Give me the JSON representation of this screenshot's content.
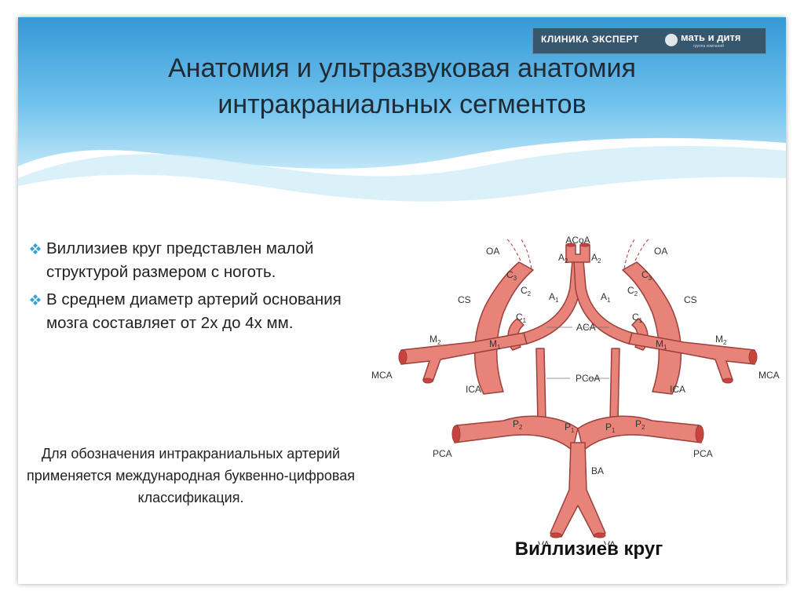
{
  "slide": {
    "title_line1": "Анатомия и ультразвуковая анатомия",
    "title_line2": "интракраниальных сегментов"
  },
  "logo": {
    "left_text": "КЛИНИКА ЭКСПЕРТ",
    "right_text": "мать и дитя",
    "right_subtext": "группа компаний"
  },
  "bullets": [
    "Виллизиев круг представлен малой структурой размером с ноготь.",
    "В среднем диаметр артерий основания мозга составляет от 2х до 4х мм."
  ],
  "note": "Для обозначения интракраниальных артерий применяется международная буквенно-цифровая классификация.",
  "caption": "Виллизиев круг",
  "diagram_labels": {
    "acoa": "ACoA",
    "oa": "OA",
    "cs": "CS",
    "mca": "MCA",
    "ica": "ICA",
    "aca": "ACA",
    "pcoa": "PCoA",
    "pca": "PCA",
    "ba": "BA",
    "va": "VA",
    "a": "A",
    "c": "C",
    "m": "M",
    "p": "P",
    "n1": "1",
    "n2": "2",
    "n3": "3"
  },
  "colors": {
    "vessel_fill": "#e8837a",
    "vessel_stroke": "#9c3f3b",
    "vessel_open": "#c9433e",
    "header_blue": "#3f9ed8",
    "bullet_teal": "#3aa0c9"
  }
}
